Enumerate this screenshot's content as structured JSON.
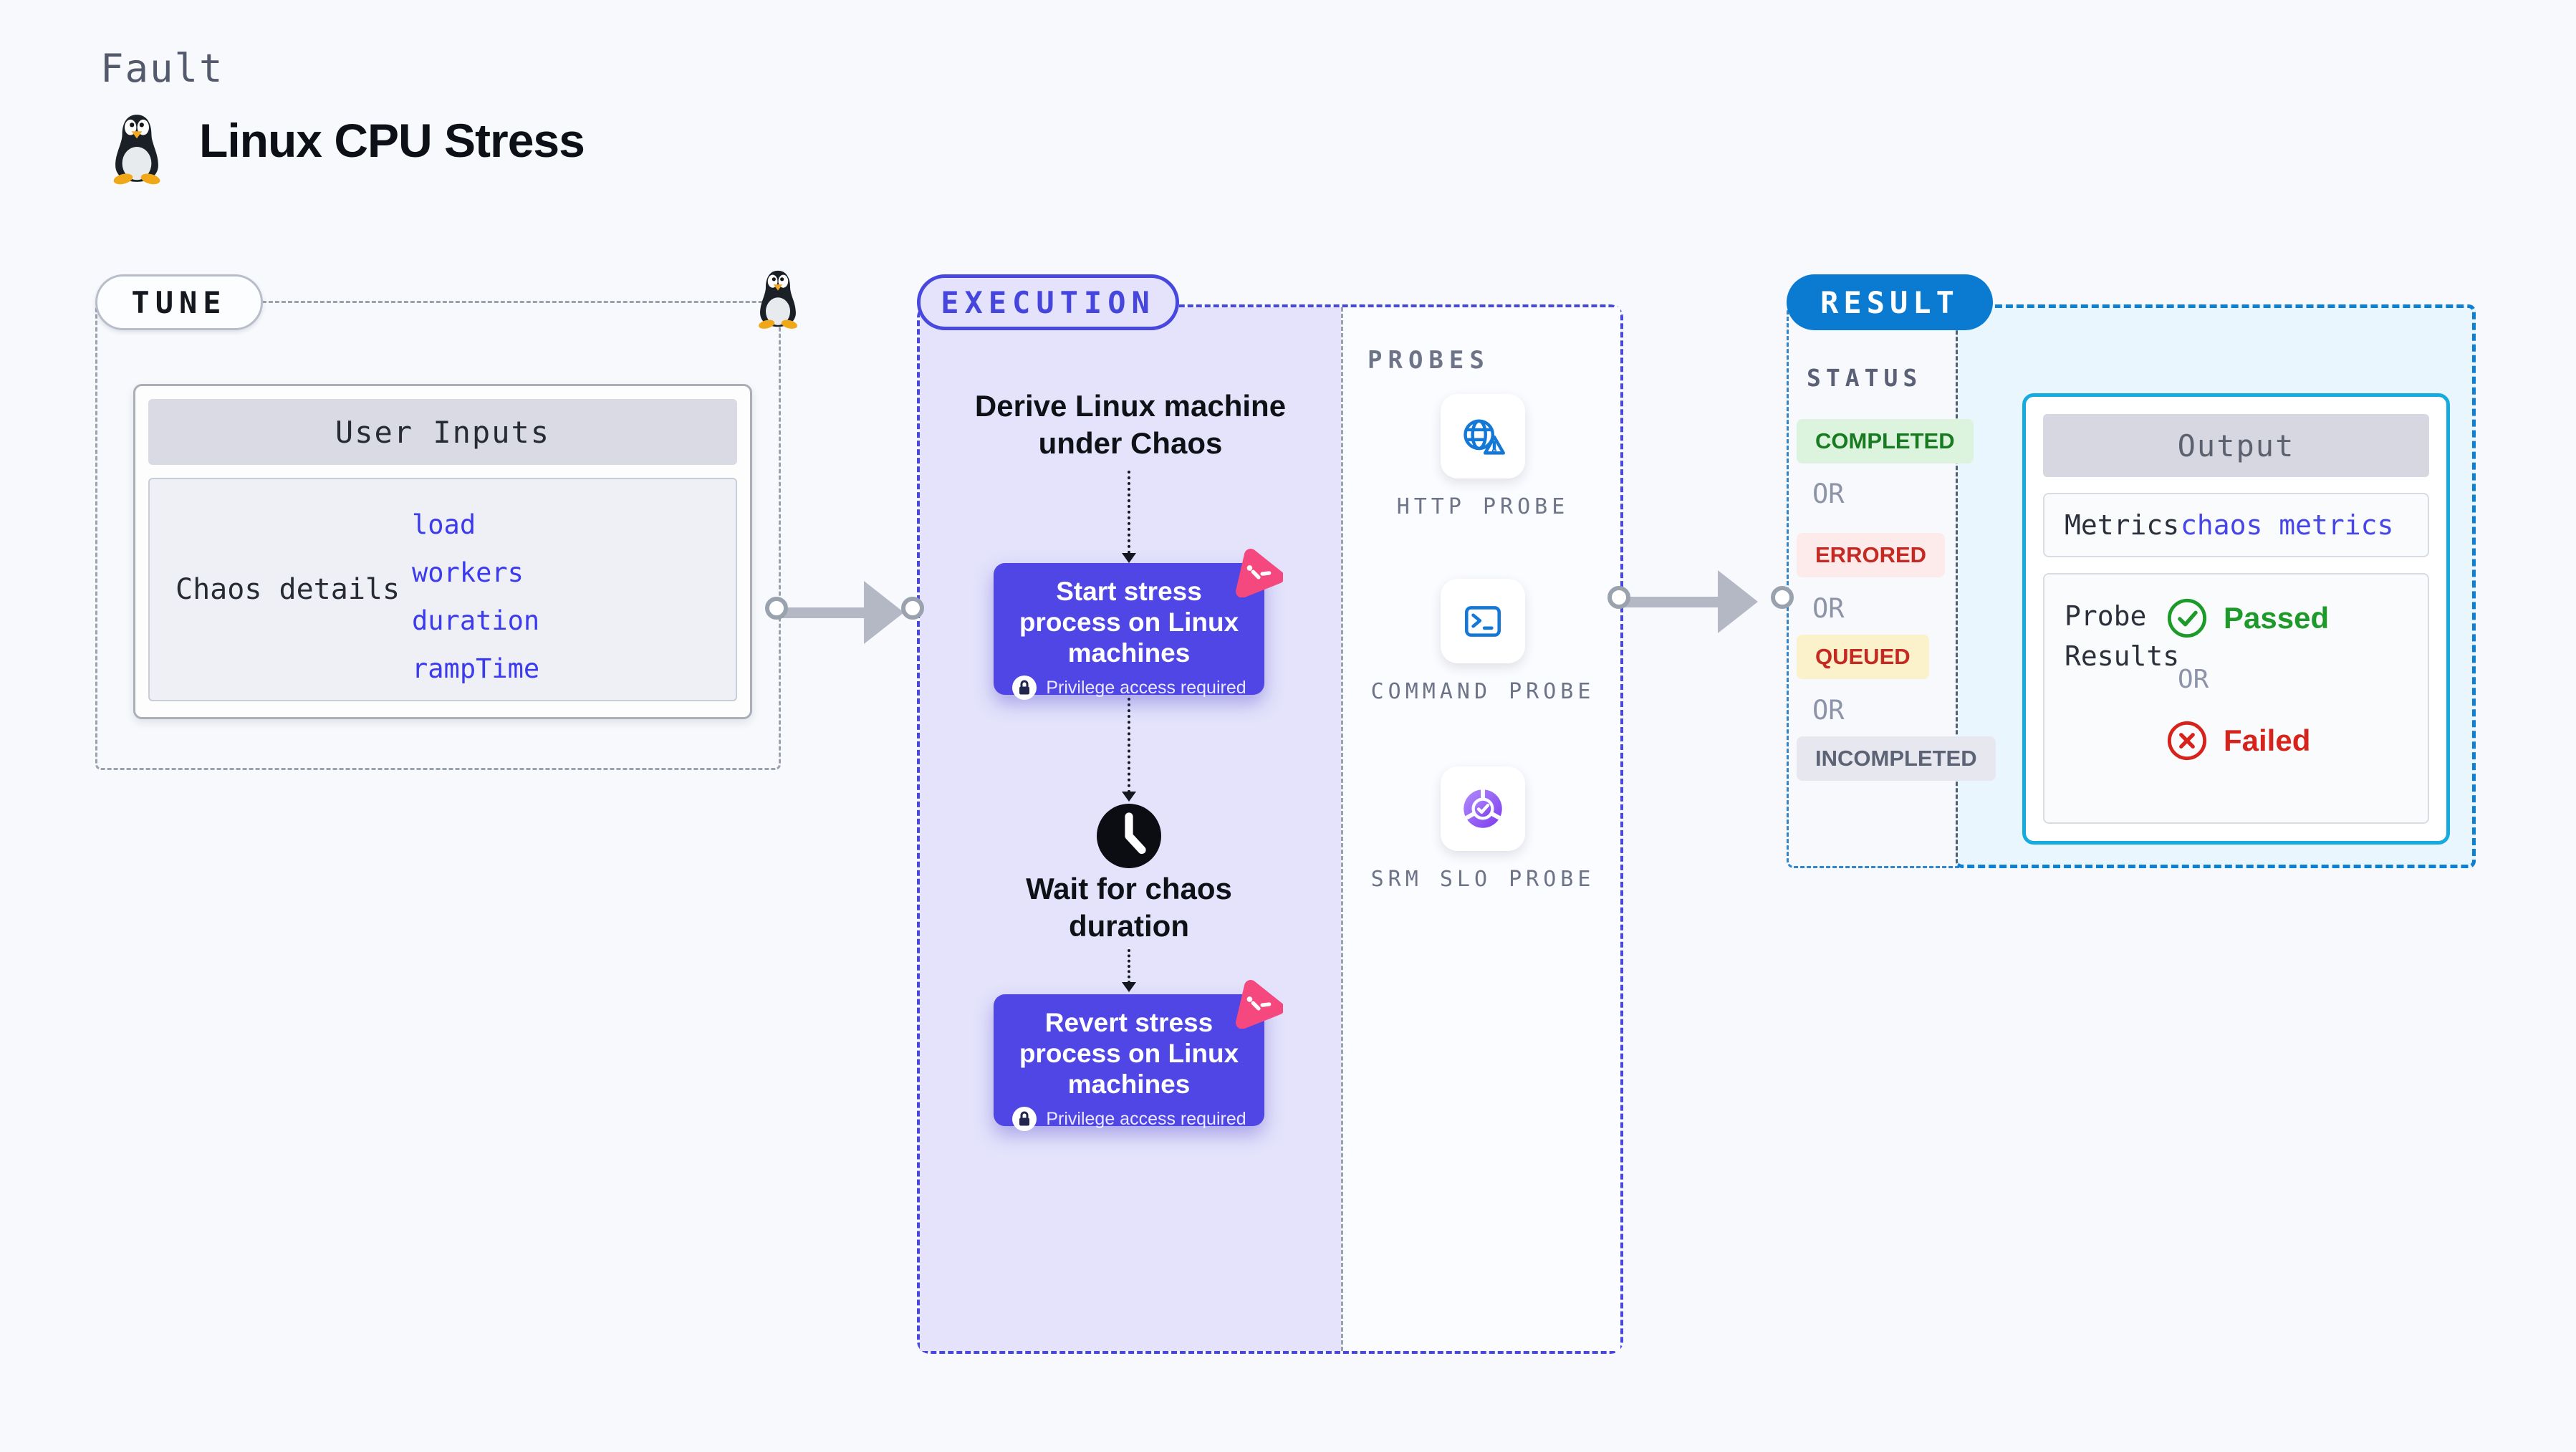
{
  "header": {
    "kicker": "Fault",
    "title": "Linux CPU Stress"
  },
  "tune": {
    "label": "TUNE",
    "user_inputs": {
      "title": "User Inputs",
      "row_label": "Chaos details",
      "values": [
        "load",
        "workers",
        "duration",
        "rampTime"
      ]
    }
  },
  "execution": {
    "label": "EXECUTION",
    "derive": "Derive Linux machine under Chaos",
    "start": {
      "title": "Start stress process on Linux machines",
      "note": "Privilege access required"
    },
    "wait": "Wait for chaos duration",
    "revert": {
      "title": "Revert stress process on Linux machines",
      "note": "Privilege access required"
    },
    "probes": {
      "label": "PROBES",
      "items": [
        {
          "name": "HTTP PROBE",
          "icon": "globe-alert-icon"
        },
        {
          "name": "COMMAND PROBE",
          "icon": "terminal-icon"
        },
        {
          "name": "SRM SLO PROBE",
          "icon": "slo-donut-icon"
        }
      ]
    }
  },
  "result": {
    "label": "RESULT",
    "status": {
      "label": "STATUS",
      "or": "OR",
      "badges": [
        {
          "text": "COMPLETED",
          "color": "green"
        },
        {
          "text": "ERRORED",
          "color": "red"
        },
        {
          "text": "QUEUED",
          "color": "yellow"
        },
        {
          "text": "INCOMPLETED",
          "color": "gray"
        }
      ]
    },
    "output": {
      "title": "Output",
      "metrics_label": "Metrics",
      "metrics_value": "chaos metrics",
      "probe_results_label": "Probe Results",
      "passed": "Passed",
      "or": "OR",
      "failed": "Failed"
    }
  },
  "icons": {
    "brand": "tux-penguin-icon",
    "flow": [
      "lock-icon",
      "clock-icon",
      "chaos-pink-icon"
    ],
    "probes": [
      "globe-alert-icon",
      "terminal-icon",
      "slo-donut-icon"
    ],
    "results": [
      "check-circle-icon",
      "x-circle-icon"
    ]
  },
  "colors": {
    "page_bg": "#f7f9fc",
    "indigo_card": "#4f46e5",
    "lavender": "#e4e3fb",
    "exec_border": "#4848de",
    "result_blue": "#0b7ad1",
    "output_border": "#15abdf",
    "value_blue": "#3c3aee",
    "probe_blue": "#1478d6",
    "pink": "#f5487f",
    "passed_green": "#1d9a2a",
    "failed_red": "#d6231b",
    "green_badge_bg": "#dcf3dd",
    "green_badge_text": "#187a21",
    "red_badge_bg": "#fcebea",
    "red_badge_text": "#c52a22",
    "yellow_badge_bg": "#fbf1ca",
    "gray_badge_bg": "#e7e8ef",
    "gray_badge_text": "#5c6375"
  }
}
